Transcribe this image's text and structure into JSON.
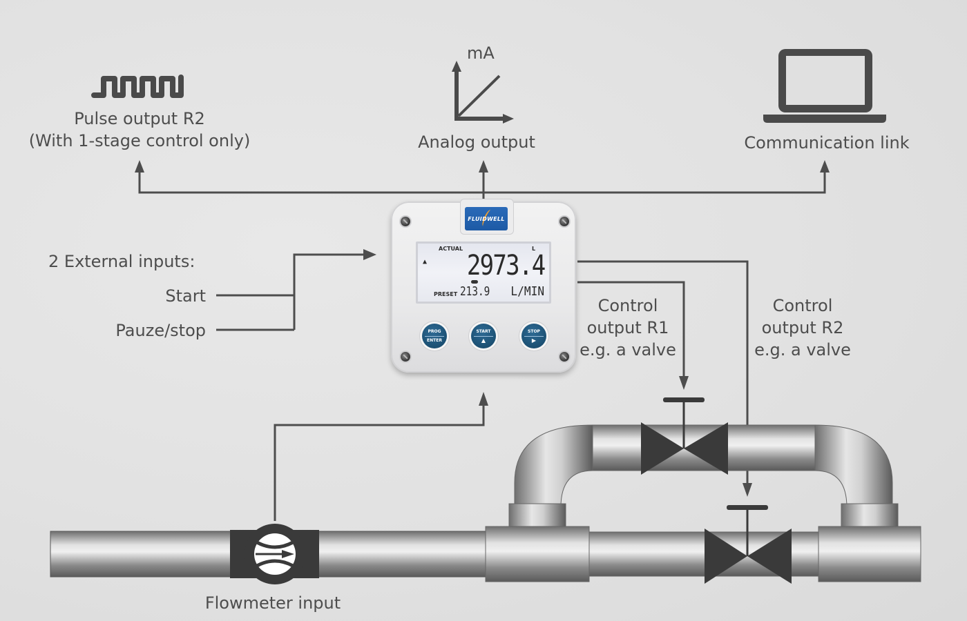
{
  "outputs": {
    "pulse": {
      "icon": "pulse-wave-icon",
      "line1": "Pulse output R2",
      "line2": "(With 1-stage control only)"
    },
    "analog": {
      "icon": "analog-graph-icon",
      "unit": "mA",
      "label": "Analog output"
    },
    "communication": {
      "icon": "laptop-icon",
      "label": "Communication link"
    }
  },
  "inputs": {
    "title": "2 External inputs:",
    "start": "Start",
    "stop": "Pauze/stop",
    "flowmeter": "Flowmeter input"
  },
  "controls": {
    "r1": {
      "line1": "Control",
      "line2": "output R1",
      "line3": "e.g. a valve"
    },
    "r2": {
      "line1": "Control",
      "line2": "output R2",
      "line3": "e.g. a valve"
    }
  },
  "device": {
    "brand": "FLUIDWELL",
    "display": {
      "actual_label": "ACTUAL",
      "total_unit": "L",
      "indicator": "▲",
      "actual_value": "2973.4",
      "preset_label": "PRESET",
      "preset_value": "213.9",
      "rate_unit": "L/MIN"
    },
    "buttons": [
      {
        "top": "PROG",
        "bottom": "ENTER"
      },
      {
        "top": "START",
        "bottom": "▲"
      },
      {
        "top": "STOP",
        "bottom": "▶"
      }
    ]
  },
  "colors": {
    "line": "#4d4d4d",
    "icon": "#4a4a4a",
    "button": "#1e5478",
    "logo": "#2364b0"
  }
}
